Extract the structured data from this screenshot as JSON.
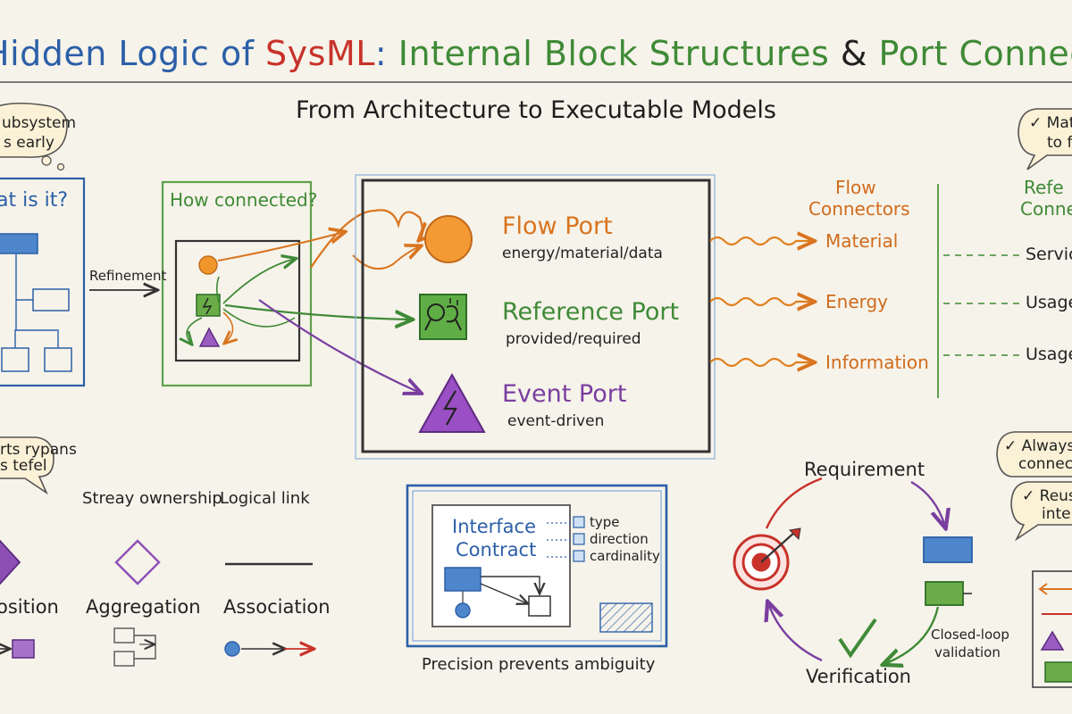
{
  "title": {
    "part1": "Hidden Logic of ",
    "part2": "SysML",
    "part3": ": ",
    "part4": "Internal Block Structures",
    "part5": " & ",
    "part6": "Port Connect"
  },
  "subtitle": "From Architecture to Executable Models",
  "bubbles": {
    "top_left": [
      "ubsystem",
      "s early"
    ],
    "top_right": [
      "✓ Mat",
      "to fl"
    ],
    "mid_left": [
      "rts rypans",
      "s tefel"
    ],
    "mid_right_1": [
      "✓ Always s",
      "connecto"
    ],
    "mid_right_2": [
      "✓ Reus",
      "inter"
    ]
  },
  "panels": {
    "what_is_it": "at is it?",
    "how_connected": "How connected?",
    "refinement": "Refinement"
  },
  "ports": [
    {
      "name": "Flow Port",
      "subtitle": "energy/material/data",
      "color": "#d9741f"
    },
    {
      "name": "Reference Port",
      "subtitle": "provided/required",
      "color": "#3f8a36"
    },
    {
      "name": "Event Port",
      "subtitle": "event-driven",
      "color": "#7a3ea0"
    }
  ],
  "flow_connectors": {
    "heading": [
      "Flow",
      "Connectors"
    ],
    "items": [
      "Material",
      "Energy",
      "Information"
    ]
  },
  "reference_connectors": {
    "heading": [
      "Refe",
      "Conne"
    ],
    "items": [
      "Servic",
      "Usage",
      "Usage"
    ]
  },
  "relationships": {
    "captions": [
      "Streay ownership",
      "Logical link"
    ],
    "labels": [
      "osition",
      "Aggregation",
      "Association"
    ]
  },
  "interface_contract": {
    "title": [
      "Interface",
      "Contract"
    ],
    "attributes": [
      "type",
      "direction",
      "cardinality"
    ],
    "caption": "Precision prevents ambiguity"
  },
  "cycle": {
    "top": "Requirement",
    "bottom": "Verification",
    "note": [
      "Closed-loop",
      "validation"
    ]
  },
  "colors": {
    "blue": "#2c5fa8",
    "red": "#c8322a",
    "green": "#3f8a36",
    "orange": "#d9741f",
    "purple": "#7a3ea0"
  }
}
